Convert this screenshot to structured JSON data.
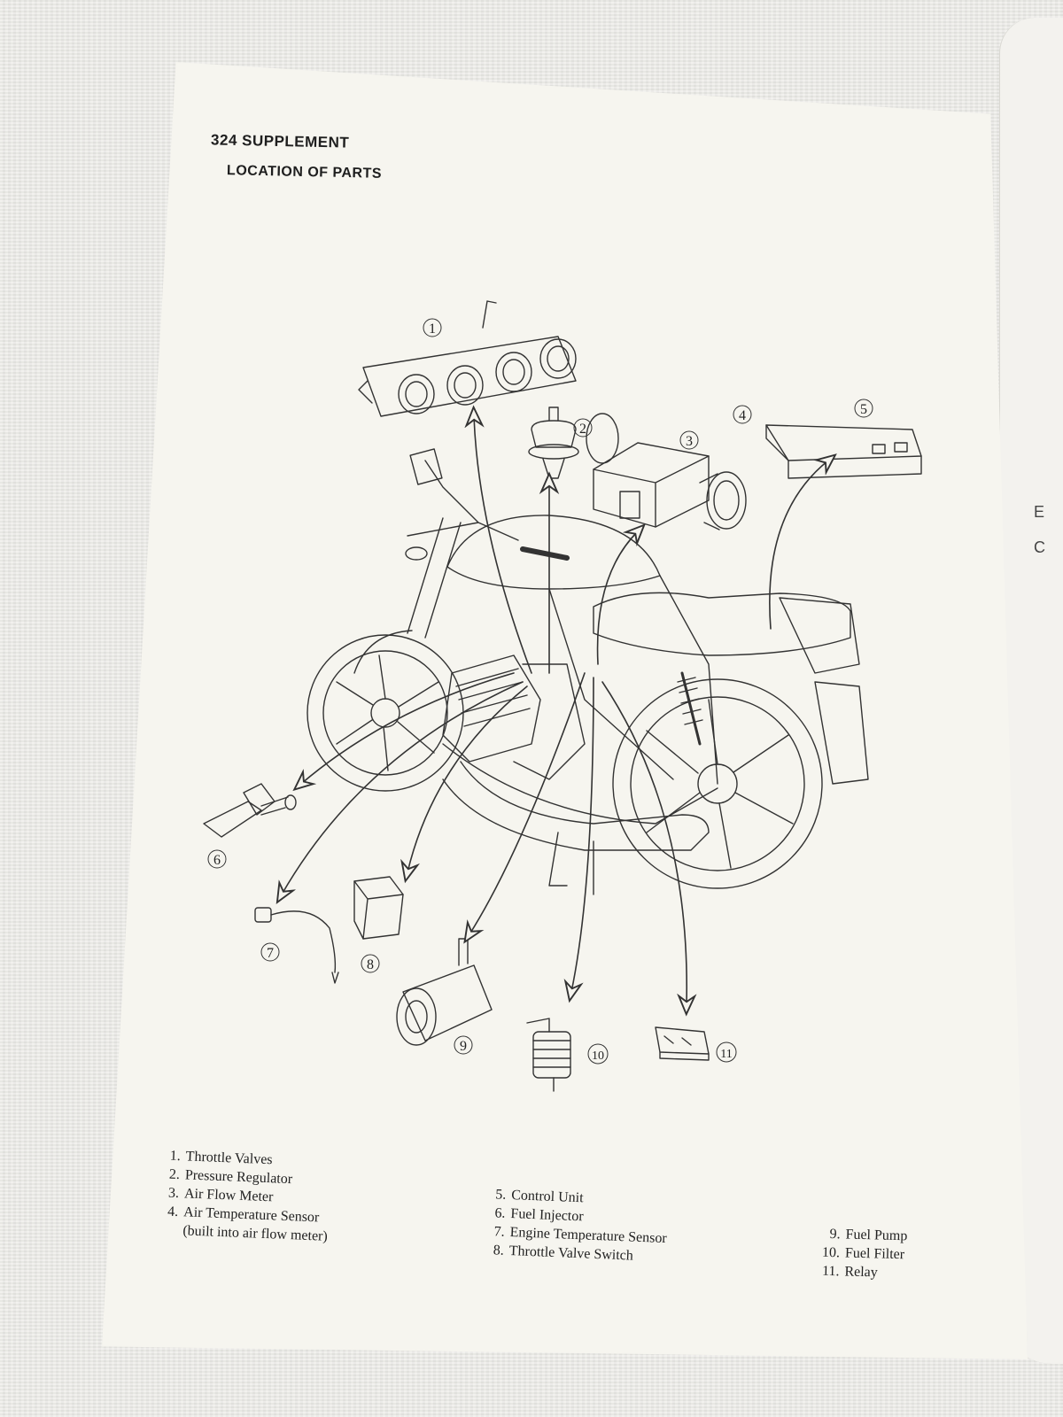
{
  "header": {
    "page_number": "324",
    "section": "SUPPLEMENT",
    "title": "LOCATION OF PARTS"
  },
  "callouts": [
    "1",
    "2",
    "3",
    "4",
    "5",
    "6",
    "7",
    "8",
    "9",
    "10",
    "11"
  ],
  "legend": {
    "col1": [
      {
        "num": "1.",
        "label": "Throttle Valves"
      },
      {
        "num": "2.",
        "label": "Pressure Regulator"
      },
      {
        "num": "3.",
        "label": "Air Flow Meter"
      },
      {
        "num": "4.",
        "label": "Air Temperature Sensor"
      }
    ],
    "col1_note": "(built into air flow meter)",
    "col2": [
      {
        "num": "5.",
        "label": "Control Unit"
      },
      {
        "num": "6.",
        "label": "Fuel Injector"
      },
      {
        "num": "7.",
        "label": "Engine Temperature Sensor"
      },
      {
        "num": "8.",
        "label": "Throttle Valve Switch"
      }
    ],
    "col3": [
      {
        "num": "9.",
        "label": "Fuel Pump"
      },
      {
        "num": "10.",
        "label": "Fuel Filter"
      },
      {
        "num": "11.",
        "label": "Relay"
      }
    ]
  },
  "next_page_fragments": [
    "E",
    "C"
  ],
  "colors": {
    "paper": "#f6f5ef",
    "ink": "#2a2a2a",
    "background": "#e9e8e4"
  }
}
